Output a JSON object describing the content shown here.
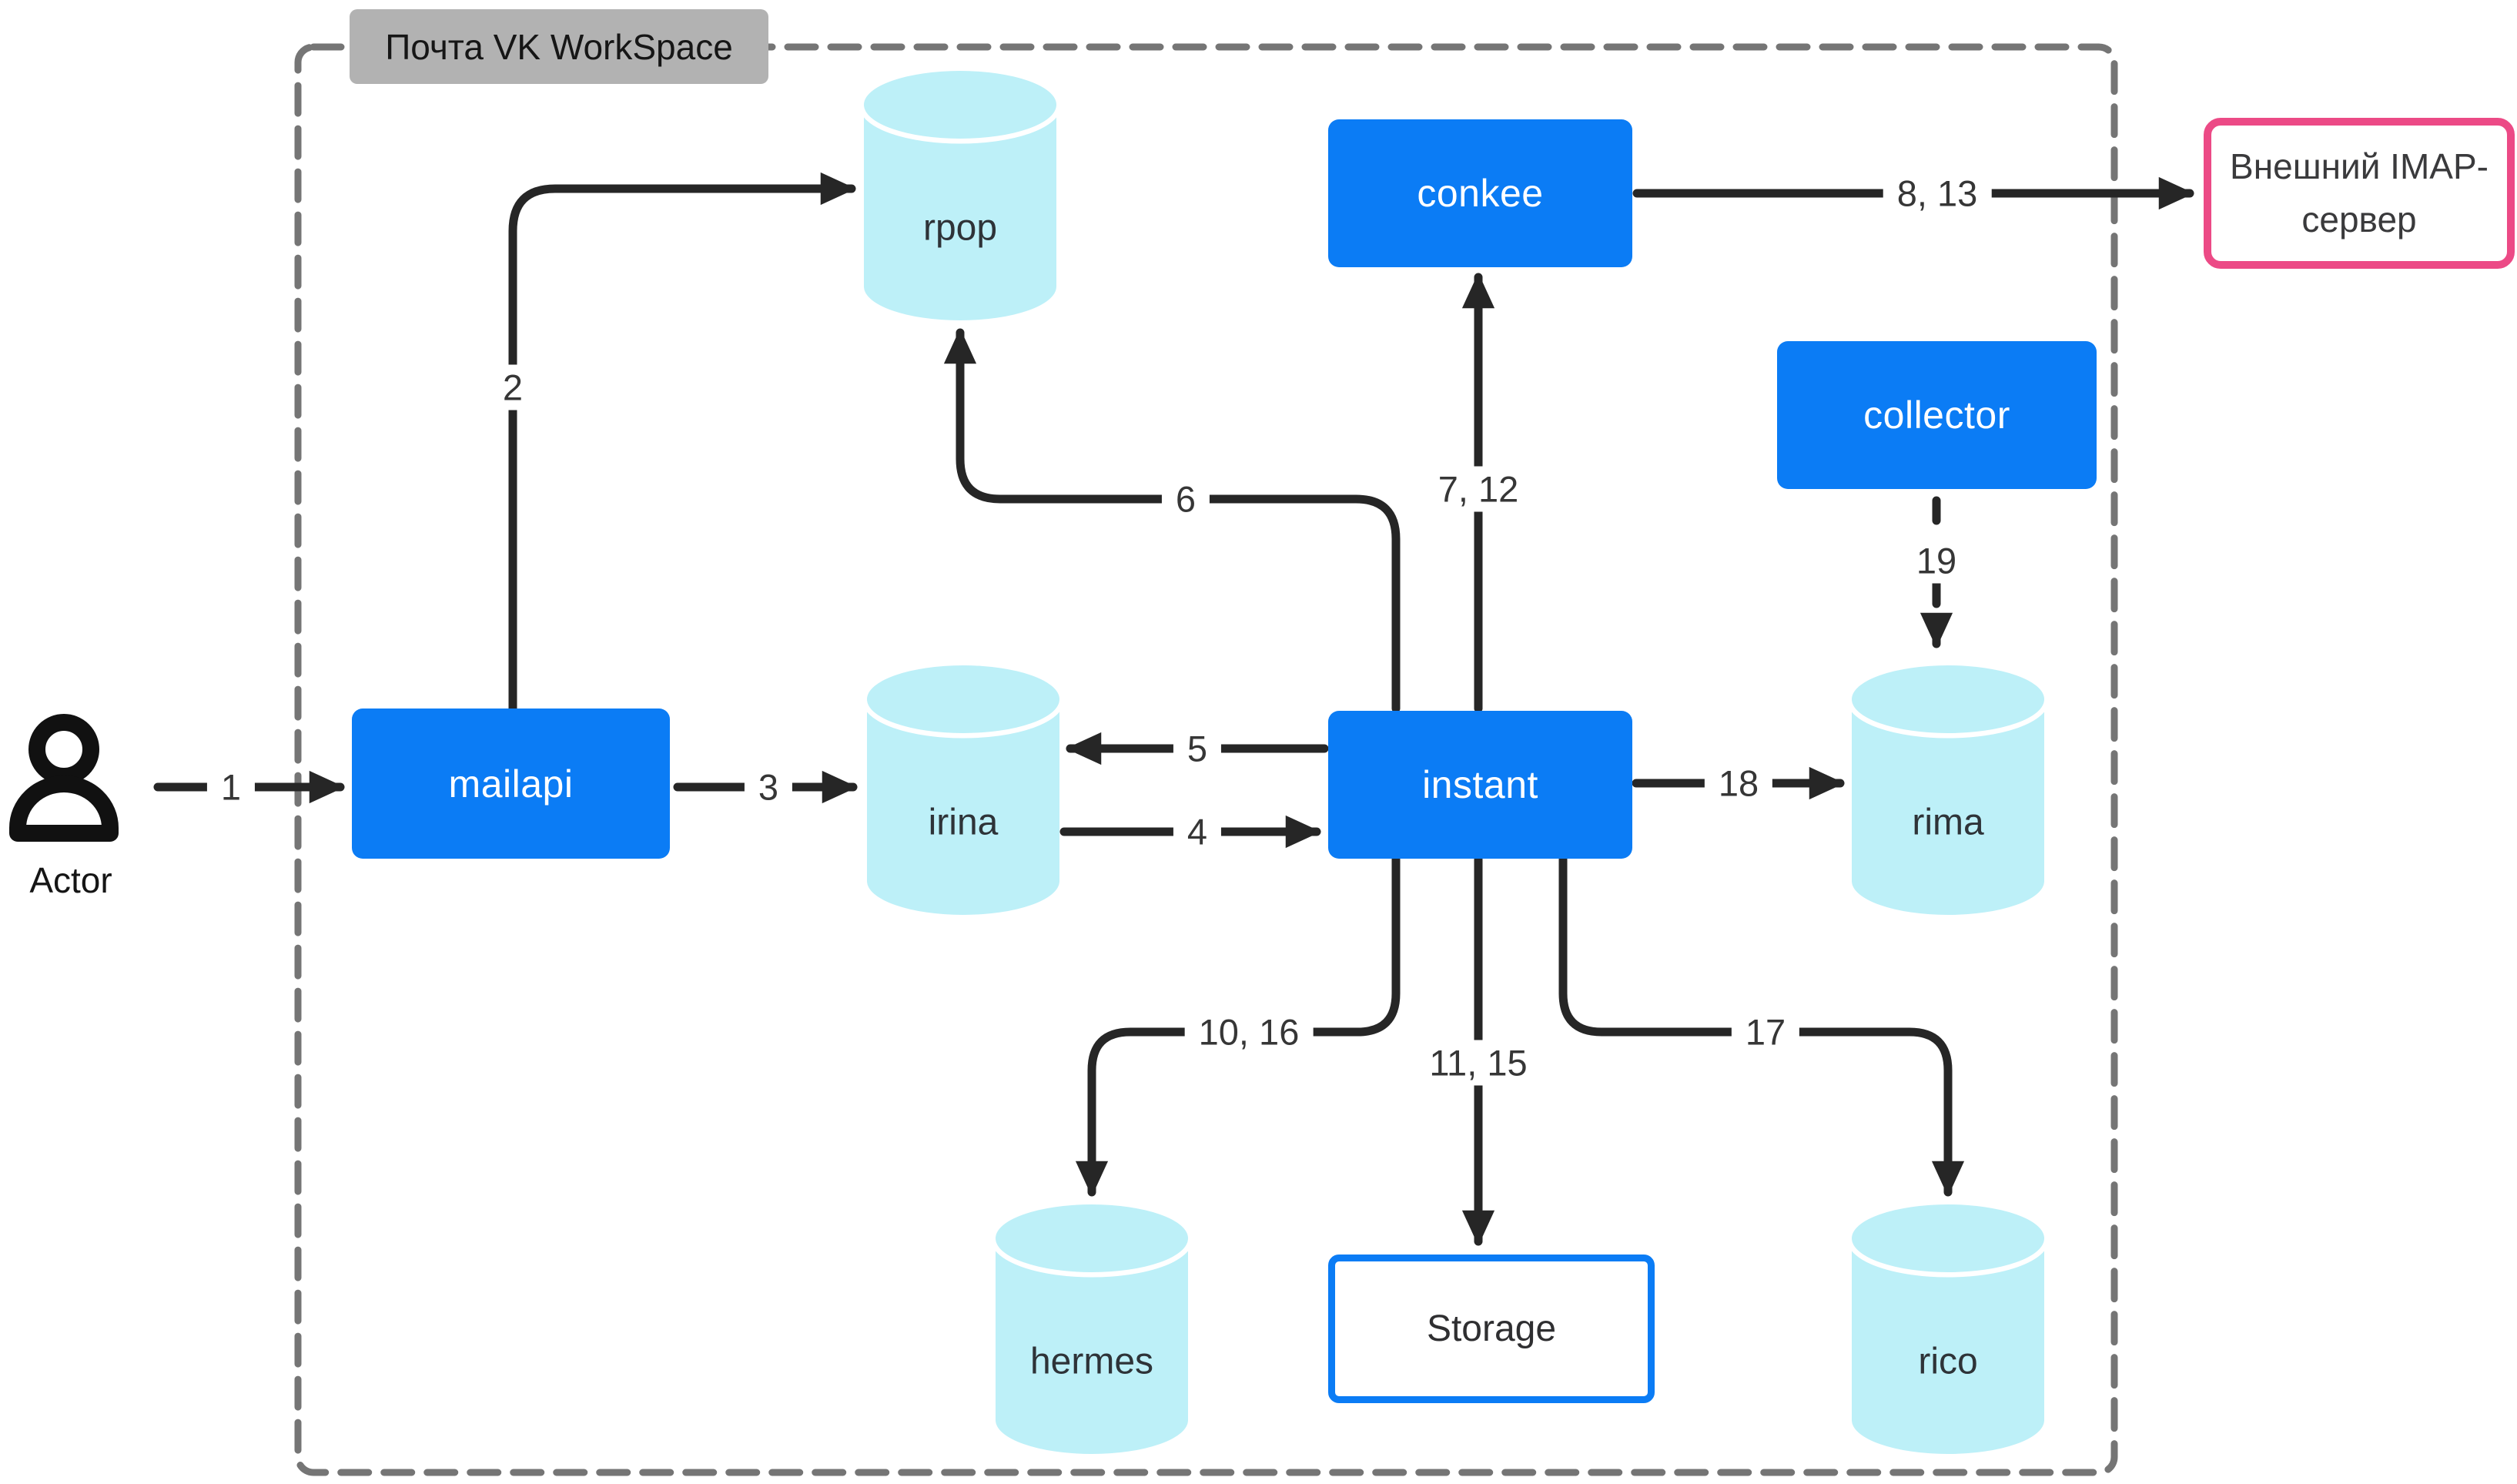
{
  "diagram": {
    "title": "Почта VK WorkSpace",
    "actor": {
      "label": "Actor"
    },
    "nodes": {
      "mailapi": {
        "label": "mailapi",
        "kind": "service"
      },
      "rpop": {
        "label": "rpop",
        "kind": "database"
      },
      "irina": {
        "label": "irina",
        "kind": "database"
      },
      "conkee": {
        "label": "conkee",
        "kind": "service"
      },
      "instant": {
        "label": "instant",
        "kind": "service"
      },
      "collector": {
        "label": "collector",
        "kind": "service"
      },
      "rima": {
        "label": "rima",
        "kind": "database"
      },
      "hermes": {
        "label": "hermes",
        "kind": "database"
      },
      "storage": {
        "label": "Storage",
        "kind": "storage"
      },
      "rico": {
        "label": "rico",
        "kind": "database"
      },
      "imap": {
        "line1": "Внешний IMAP-",
        "line2": "сервер",
        "kind": "external"
      }
    },
    "edges": {
      "e1": {
        "label": "1",
        "from": "Actor",
        "to": "mailapi"
      },
      "e2": {
        "label": "2",
        "from": "mailapi",
        "to": "rpop"
      },
      "e3": {
        "label": "3",
        "from": "mailapi",
        "to": "irina"
      },
      "e4": {
        "label": "4",
        "from": "irina",
        "to": "instant"
      },
      "e5": {
        "label": "5",
        "from": "instant",
        "to": "irina"
      },
      "e6": {
        "label": "6",
        "from": "instant",
        "to": "rpop"
      },
      "e7_12": {
        "label": "7, 12",
        "from": "instant",
        "to": "conkee"
      },
      "e8_13": {
        "label": "8, 13",
        "from": "conkee",
        "to": "imap"
      },
      "e10_16": {
        "label": "10, 16",
        "from": "instant",
        "to": "hermes"
      },
      "e11_15": {
        "label": "11, 15",
        "from": "instant",
        "to": "storage"
      },
      "e17": {
        "label": "17",
        "from": "instant",
        "to": "rico"
      },
      "e18": {
        "label": "18",
        "from": "instant",
        "to": "rima"
      },
      "e19": {
        "label": "19",
        "from": "collector",
        "to": "rima",
        "style": "dashed"
      }
    },
    "colors": {
      "serviceFill": "#0b7cf5",
      "databaseFill": "#bdf0f8",
      "storageBorder": "#0b7cf5",
      "externalBorder": "#ec4a86",
      "titleBg": "#b2b2b2",
      "frameGray": "#757575",
      "line": "#262626"
    }
  }
}
